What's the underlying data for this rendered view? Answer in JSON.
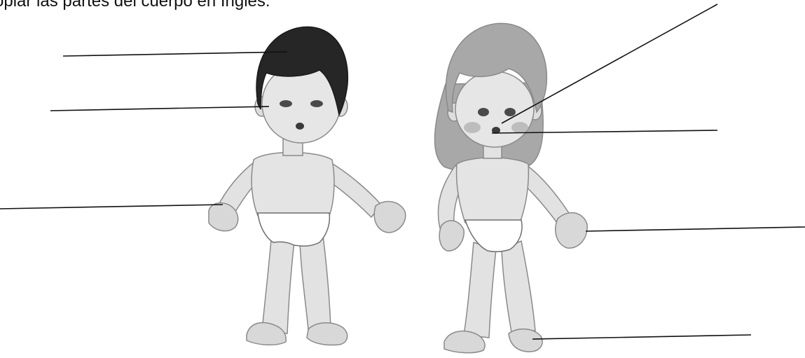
{
  "worksheet": {
    "instruction": "opiar las partes del cuerpo en Inglés:"
  },
  "colors": {
    "ink": "#111111",
    "skin": "#e2e2e2",
    "skin_shade": "#bdbdbd",
    "boy_hair": "#262626",
    "girl_hair": "#a8a8a8",
    "underwear": "#ffffff"
  },
  "figures": [
    {
      "name": "boy",
      "hair_color": "#262626"
    },
    {
      "name": "girl",
      "hair_color": "#a8a8a8"
    }
  ],
  "answer_blanks": [
    {
      "points_to": "hair"
    },
    {
      "points_to": "ear"
    },
    {
      "points_to": "hand"
    },
    {
      "points_to": "eye"
    },
    {
      "points_to": "mouth"
    },
    {
      "points_to": "hand"
    },
    {
      "points_to": "foot"
    }
  ]
}
